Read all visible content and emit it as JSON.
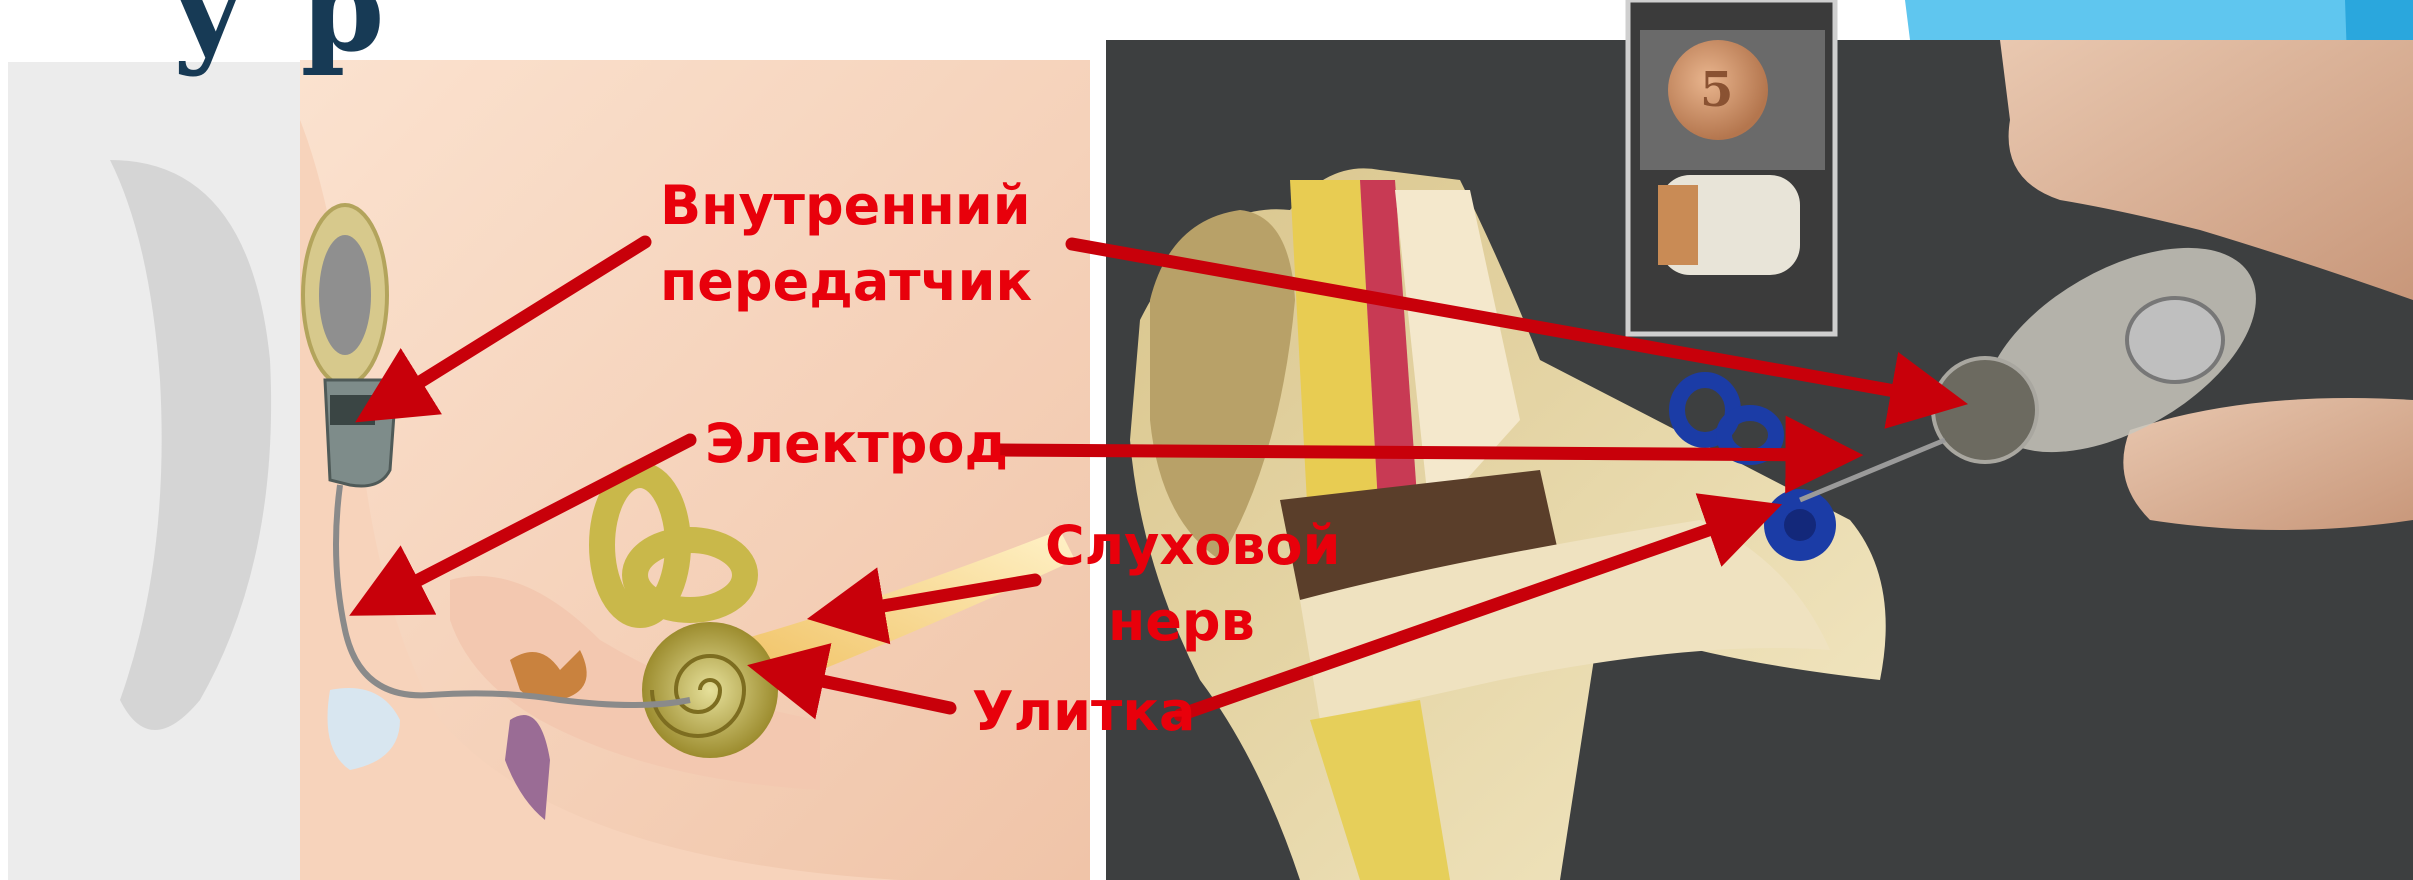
{
  "title_fragment": "у р",
  "labels": {
    "internal_transmitter_line1": "Внутренний",
    "internal_transmitter_line2": "передатчик",
    "electrode": "Электрод",
    "auditory_nerve_line1": "Слуховой",
    "auditory_nerve_line2": "нерв",
    "cochlea": "Улитка"
  },
  "inset_coin_text": "5",
  "colors": {
    "label_red": "#e8000b",
    "arrow_red": "#c8000a",
    "title_navy": "#173a55",
    "accent_blue": "#3fb6e8"
  }
}
